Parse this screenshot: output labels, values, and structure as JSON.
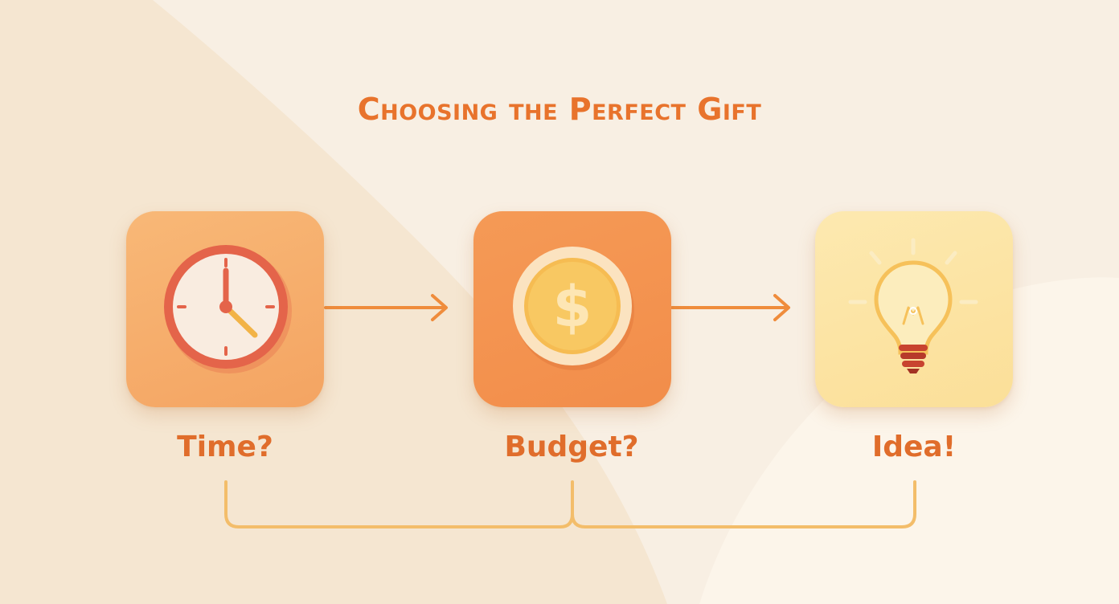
{
  "title": "Choosing the Perfect Gift",
  "steps": [
    {
      "label": "Time?",
      "icon": "clock-icon"
    },
    {
      "label": "Budget?",
      "icon": "dollar-coin-icon"
    },
    {
      "label": "Idea!",
      "icon": "lightbulb-icon"
    }
  ],
  "coin_symbol": "$",
  "colors": {
    "accent": "#e8732c",
    "card_time": "#f6ac6b",
    "card_budget": "#f4924f",
    "card_idea": "#fce4a4",
    "connector": "#f3bd6a"
  }
}
